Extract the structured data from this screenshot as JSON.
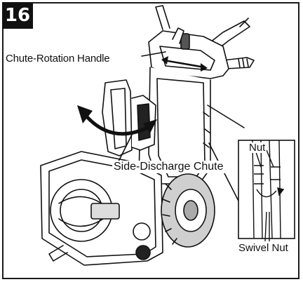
{
  "step": {
    "number": "16"
  },
  "callouts": {
    "chute_rotation_handle": "Chute-Rotation Handle",
    "side_discharge_chute": "Side-Discharge Chute",
    "nut": "Nut",
    "swivel_nut": "Swivel Nut"
  },
  "colors": {
    "ink": "#111111",
    "paper": "#ffffff",
    "tire": "#cfcfcf"
  },
  "icons": [
    "rotation-arrow-icon",
    "double-arrow-icon"
  ]
}
